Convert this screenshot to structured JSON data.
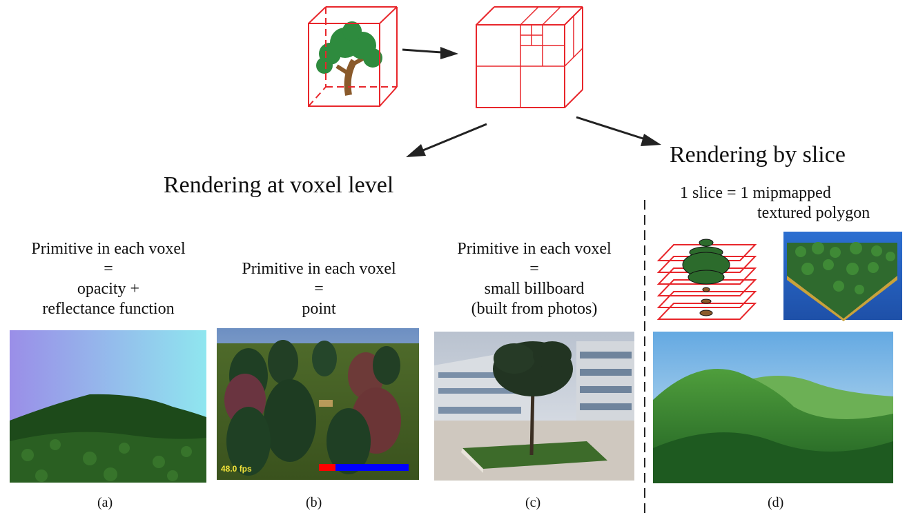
{
  "headings": {
    "voxel_level": "Rendering at voxel level",
    "by_slice": "Rendering by slice",
    "slice_def_line1": "1 slice = 1 mipmapped",
    "slice_def_line2": "textured polygon"
  },
  "panels": {
    "a": {
      "line1": "Primitive in each voxel",
      "line2": "=",
      "line3": "opacity +",
      "line4": "reflectance function",
      "caption": "(a)"
    },
    "b": {
      "line1": "Primitive in each voxel",
      "line2": "=",
      "line3": "point",
      "caption": "(b)",
      "fps": "48.0 fps"
    },
    "c": {
      "line1": "Primitive in each voxel",
      "line2": "=",
      "line3": "small billboard",
      "line4": "(built from photos)",
      "caption": "(c)"
    },
    "d": {
      "caption": "(d)"
    }
  },
  "colors": {
    "red_line": "#e8262b",
    "tree_green": "#2e8b3e",
    "trunk": "#8a5a2b",
    "slice_ellipse": "#2c6b2c",
    "progress_red": "#ff0000",
    "progress_blue": "#0000ff"
  }
}
